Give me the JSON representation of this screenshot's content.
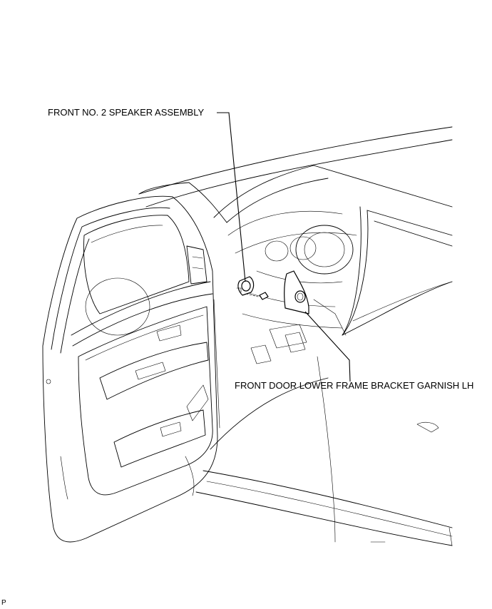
{
  "callouts": {
    "speaker": "FRONT NO. 2 SPEAKER ASSEMBLY",
    "garnish": "FRONT DOOR LOWER FRAME BRACKET GARNISH LH"
  },
  "corner_mark": "P"
}
